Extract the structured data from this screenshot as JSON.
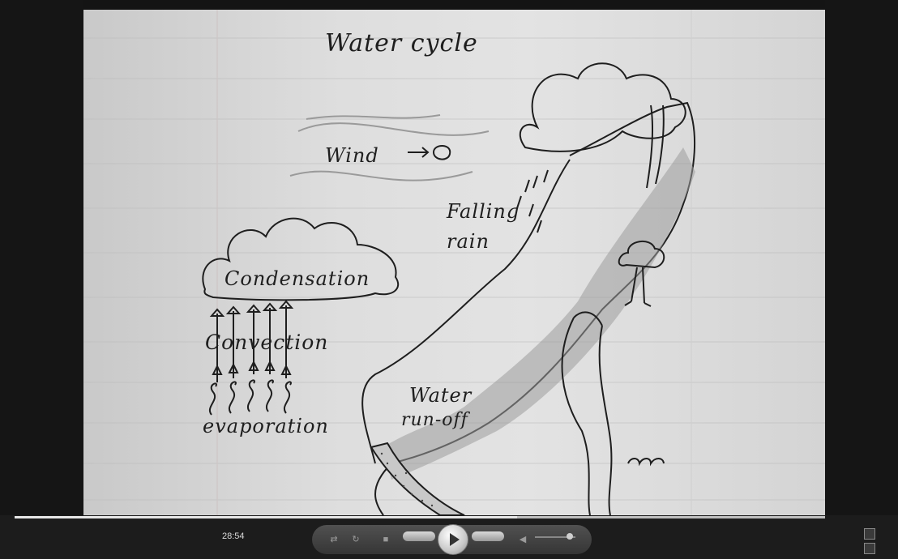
{
  "drawing": {
    "title": "Water cycle",
    "labels": {
      "wind": "Wind",
      "falling_rain": [
        "Falling",
        "rain"
      ],
      "condensation": "Condensation",
      "convection": "Convection",
      "evaporation": "evaporation",
      "water_runoff": [
        "Water",
        "run-off"
      ]
    }
  },
  "player": {
    "time": "28:54",
    "progress": 0.62,
    "volume": 0.85,
    "controls": [
      "stop",
      "previous",
      "rewind",
      "play",
      "fast-forward",
      "next",
      "mute"
    ]
  }
}
